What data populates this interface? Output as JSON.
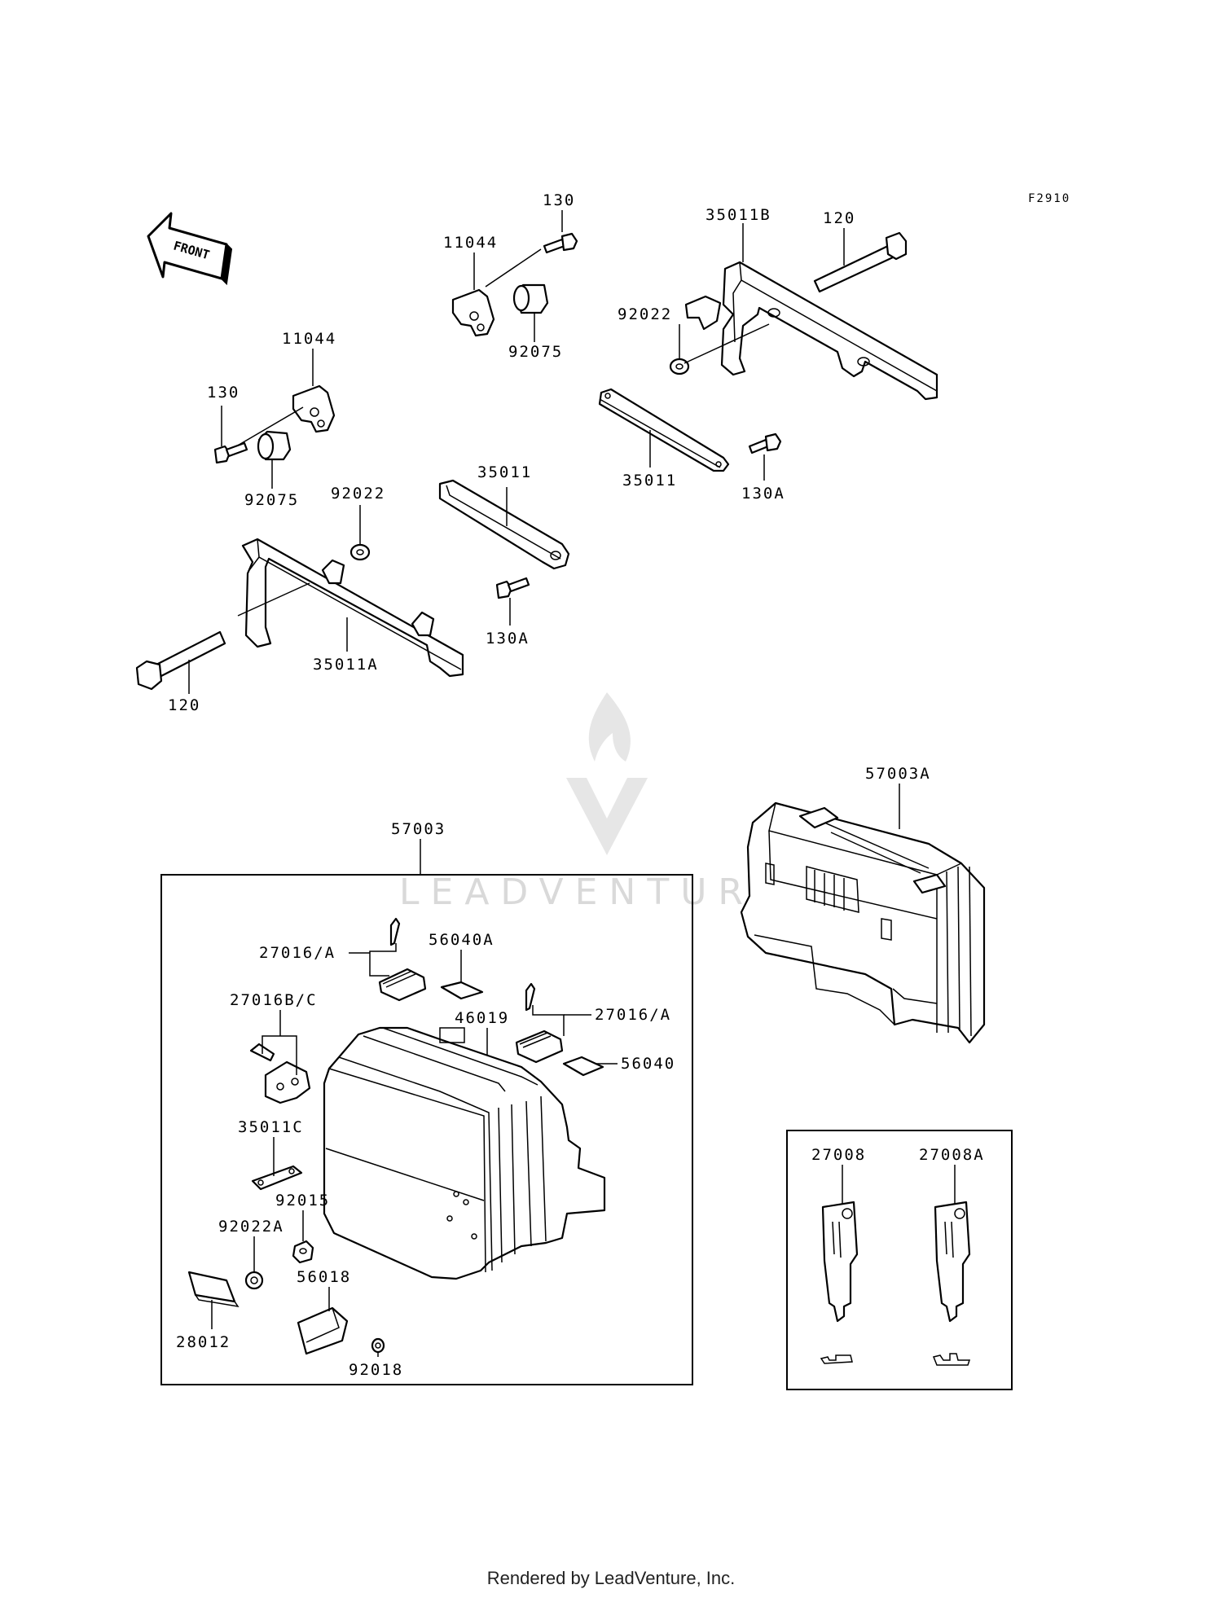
{
  "figure_code": "F2910",
  "front_label": "FRONT",
  "watermark": "LEADVENTURE",
  "footer": "Rendered by LeadVenture, Inc.",
  "labels": {
    "p130_top": "130",
    "p11044_top": "11044",
    "p92075_top": "92075",
    "p35011B": "35011B",
    "p120_top": "120",
    "p92022_top": "92022",
    "p35011_right": "35011",
    "p130A_right": "130A",
    "p11044_left": "11044",
    "p130_left": "130",
    "p92075_left": "92075",
    "p92022_mid": "92022",
    "p35011_mid": "35011",
    "p130A_mid": "130A",
    "p35011A": "35011A",
    "p120_left": "120",
    "p57003": "57003",
    "p57003A": "57003A",
    "p27016A_left": "27016/A",
    "p56040A": "56040A",
    "p27016BC": "27016B/C",
    "p46019": "46019",
    "p27016A_right": "27016/A",
    "p56040": "56040",
    "p35011C": "35011C",
    "p92015": "92015",
    "p92022A": "92022A",
    "p56018": "56018",
    "p28012": "28012",
    "p92018": "92018",
    "p27008": "27008",
    "p27008A": "27008A"
  }
}
